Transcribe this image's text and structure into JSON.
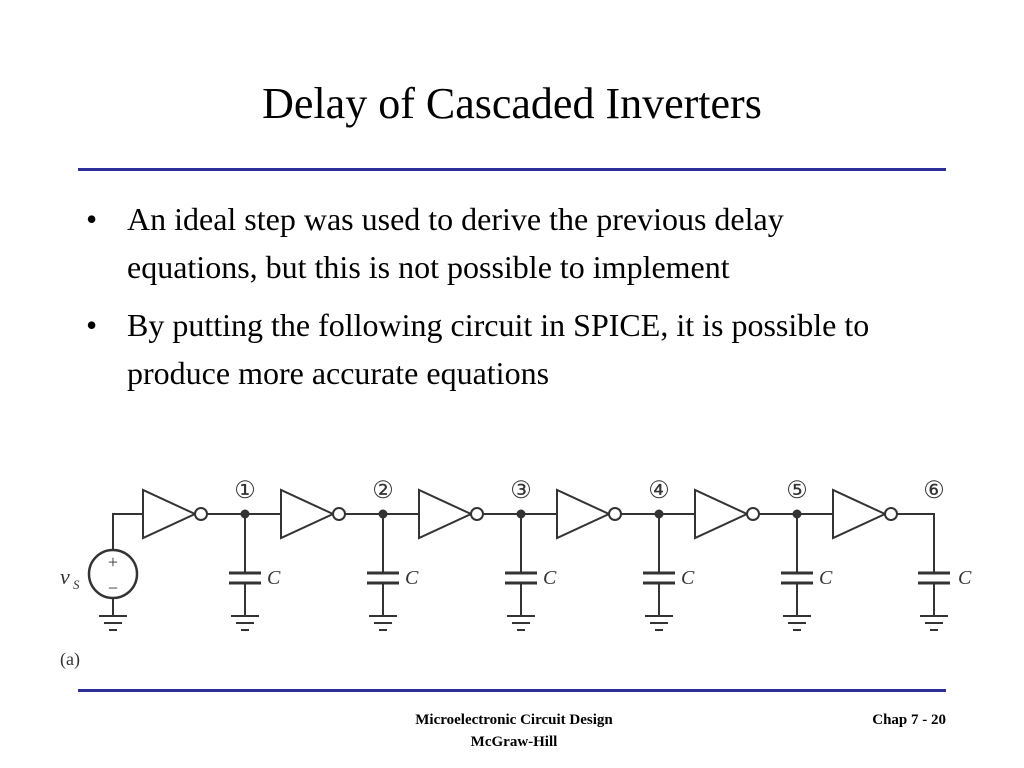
{
  "title": "Delay of Cascaded Inverters",
  "bullets": [
    {
      "symbol": "•",
      "text": "An ideal step was used to derive the previous delay equations, but this is not possible to implement"
    },
    {
      "symbol": "•",
      "text": "By putting the following circuit in SPICE, it is possible to produce more accurate equations"
    }
  ],
  "circuit": {
    "source_label": "v",
    "source_subscript": "S",
    "source_plus": "+",
    "source_minus": "−",
    "node_labels": [
      "①",
      "②",
      "③",
      "④",
      "⑤",
      "⑥"
    ],
    "capacitor_label": "C",
    "figure_label": "(a)"
  },
  "footer": {
    "line1": "Microelectronic Circuit Design",
    "line2": "McGraw-Hill",
    "page": "Chap 7 - 20"
  },
  "colors": {
    "rule": "#2e2e9a",
    "circuit": "#333333"
  }
}
